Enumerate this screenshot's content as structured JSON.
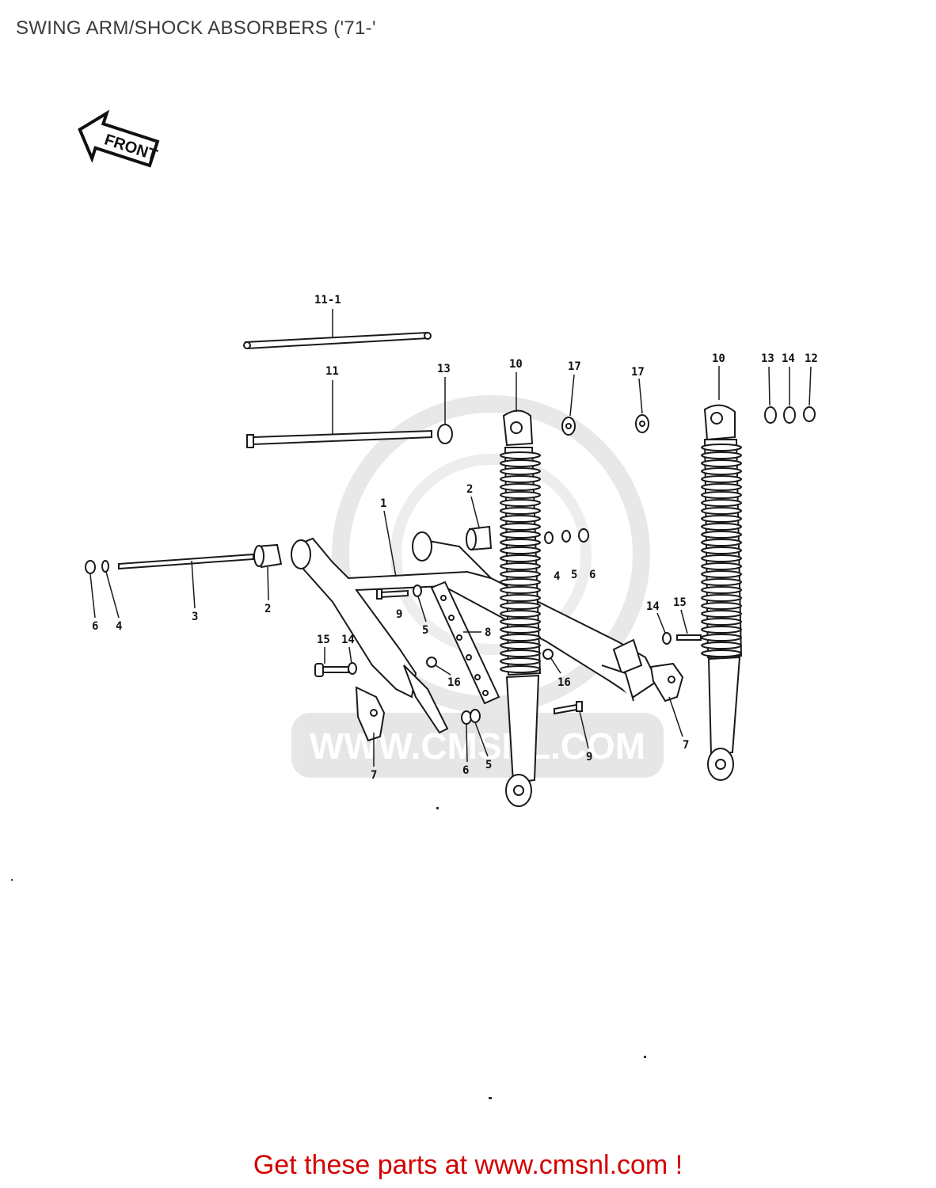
{
  "title": "SWING ARM/SHOCK ABSORBERS ('71-'",
  "front_arrow_label": "FRONT",
  "watermark": "WWW.CMSNL.COM",
  "footer": "Get these parts at www.cmsnl.com !",
  "colors": {
    "footer": "#d40000",
    "line": "#1a1a1a",
    "watermark": "#e8e8e8"
  },
  "callouts": [
    {
      "id": "c11-1",
      "text": "11-1"
    },
    {
      "id": "c11",
      "text": "11"
    },
    {
      "id": "c13a",
      "text": "13"
    },
    {
      "id": "c10a",
      "text": "10"
    },
    {
      "id": "c17a",
      "text": "17"
    },
    {
      "id": "c17b",
      "text": "17"
    },
    {
      "id": "c10b",
      "text": "10"
    },
    {
      "id": "c13b",
      "text": "13"
    },
    {
      "id": "c14a",
      "text": "14"
    },
    {
      "id": "c12",
      "text": "12"
    },
    {
      "id": "c1",
      "text": "1"
    },
    {
      "id": "c2a",
      "text": "2"
    },
    {
      "id": "c2b",
      "text": "2"
    },
    {
      "id": "c3",
      "text": "3"
    },
    {
      "id": "c6a",
      "text": "6"
    },
    {
      "id": "c4a",
      "text": "4"
    },
    {
      "id": "c4b",
      "text": "4"
    },
    {
      "id": "c5a",
      "text": "5"
    },
    {
      "id": "c6b",
      "text": "6"
    },
    {
      "id": "c9a",
      "text": "9"
    },
    {
      "id": "c5b",
      "text": "5"
    },
    {
      "id": "c8",
      "text": "8"
    },
    {
      "id": "c15a",
      "text": "15"
    },
    {
      "id": "c14b",
      "text": "14"
    },
    {
      "id": "c16a",
      "text": "16"
    },
    {
      "id": "c16b",
      "text": "16"
    },
    {
      "id": "c14c",
      "text": "14"
    },
    {
      "id": "c15b",
      "text": "15"
    },
    {
      "id": "c7a",
      "text": "7"
    },
    {
      "id": "c6c",
      "text": "6"
    },
    {
      "id": "c5c",
      "text": "5"
    },
    {
      "id": "c9b",
      "text": "9"
    },
    {
      "id": "c7b",
      "text": "7"
    }
  ]
}
